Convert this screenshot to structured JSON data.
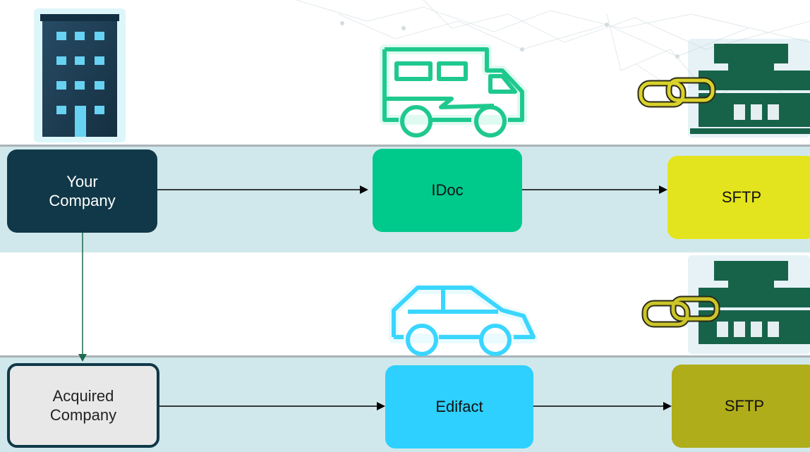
{
  "colors": {
    "band": "#d0e8ec",
    "your_company": "#103848",
    "acquired_company": "#e8e8e8",
    "idoc": "#00c98c",
    "edifact": "#2dd0ff",
    "sftp_top": "#e4e41e",
    "sftp_bottom": "#b0ad1a",
    "hub_green": "#17634a",
    "chain_gold": "#c9c42a"
  },
  "icons": {
    "building": "office-building-icon",
    "camper": "camper-van-icon",
    "car": "car-icon",
    "hub": "linked-building-icon"
  },
  "rows": [
    {
      "source": {
        "label": "Your\nCompany"
      },
      "format": {
        "label": "IDoc"
      },
      "transport": {
        "label": "SFTP"
      }
    },
    {
      "source": {
        "label": "Acquired\nCompany"
      },
      "format": {
        "label": "Edifact"
      },
      "transport": {
        "label": "SFTP"
      }
    }
  ]
}
